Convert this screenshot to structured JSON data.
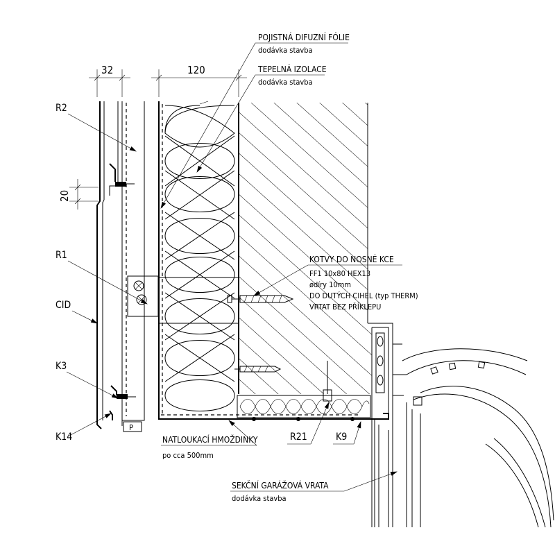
{
  "dimensions": {
    "d32": "32",
    "d120": "120",
    "d20": "20"
  },
  "marks": {
    "R2": "R2",
    "R1": "R1",
    "CID": "CID",
    "K3": "K3",
    "K14": "K14",
    "R21": "R21",
    "K9": "K9",
    "P": "P"
  },
  "callouts": {
    "foil_title": "POJISTNÁ DIFUZNÍ FÓLIE",
    "foil_sub": "dodávka stavba",
    "insulation_title": "TEPELNÁ IZOLACE",
    "insulation_sub": "dodávka stavba",
    "anchors_title": "KOTVY DO NOSNÉ KCE",
    "anchors_line1": "FF1  10x80  HEX13",
    "anchors_line2": "ødíry 10mm",
    "anchors_line3": "DO DUTÝCH CIHEL (typ THERM)",
    "anchors_line4": "VRTAT BEZ PŘÍKLEPU",
    "dowels_title": "NATLOUKACÍ HMOŽDINKY",
    "dowels_sub": "po cca 500mm",
    "garage_title": "SEKČNÍ GARÁŽOVÁ VRATA",
    "garage_sub": "dodávka stavba"
  }
}
